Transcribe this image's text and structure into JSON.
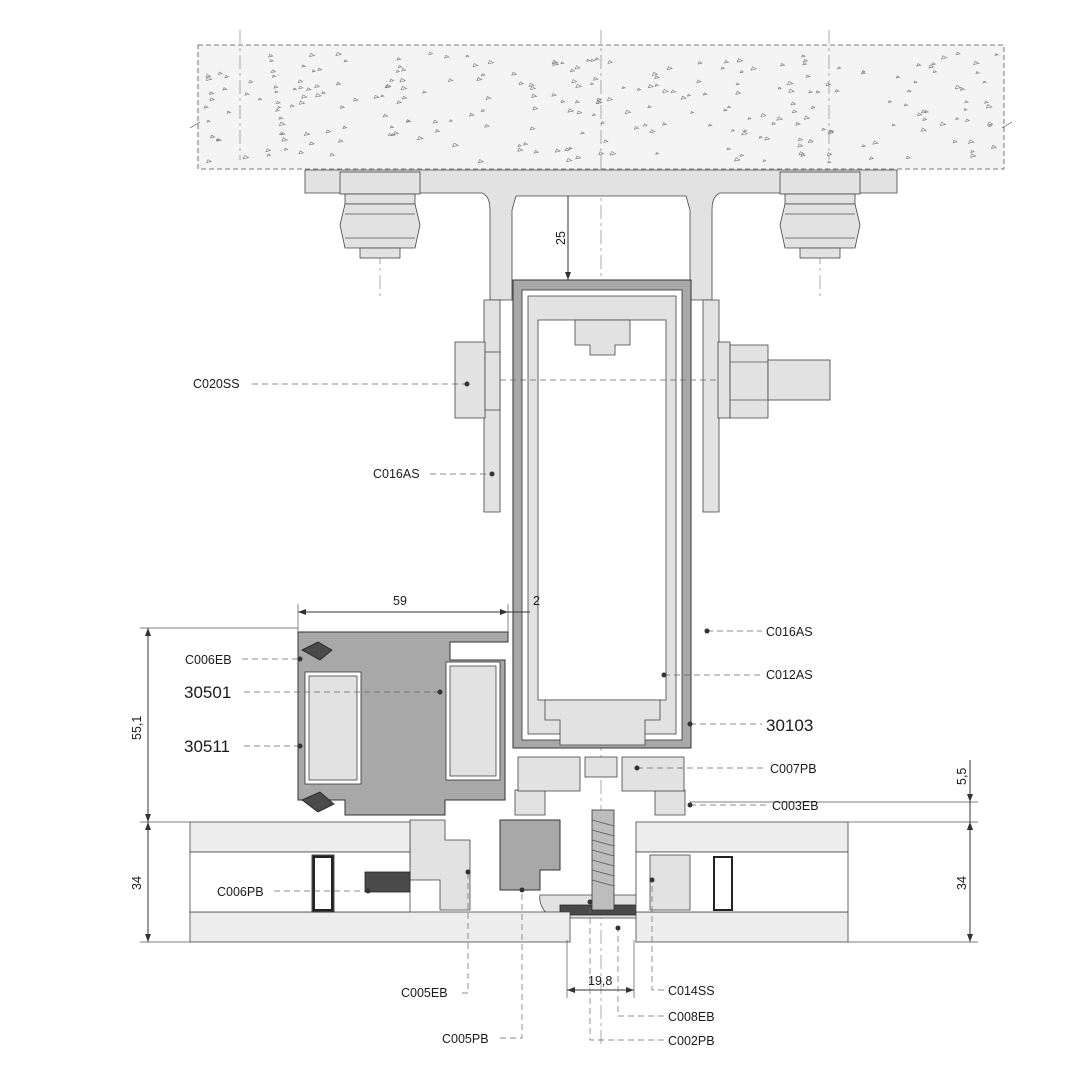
{
  "labels": {
    "c020ss": "C020SS",
    "c016as_left": "C016AS",
    "c016as_right": "C016AS",
    "c012as": "C012AS",
    "c006eb": "C006EB",
    "p30501": "30501",
    "p30511": "30511",
    "p30103": "30103",
    "c007pb": "C007PB",
    "c003eb": "C003EB",
    "c006pb": "C006PB",
    "c005eb": "C005EB",
    "c005pb": "C005PB",
    "c014ss": "C014SS",
    "c008eb": "C008EB",
    "c002pb": "C002PB"
  },
  "dimensions": {
    "d25": "25",
    "d59": "59",
    "d2": "2",
    "d55_1": "55,1",
    "d34_left": "34",
    "d34_right": "34",
    "d5_5": "5,5",
    "d19_8": "19,8"
  },
  "colors": {
    "aluminium": "#c9c9c9",
    "gasket": "#4a4a4a",
    "line": "#333333"
  }
}
